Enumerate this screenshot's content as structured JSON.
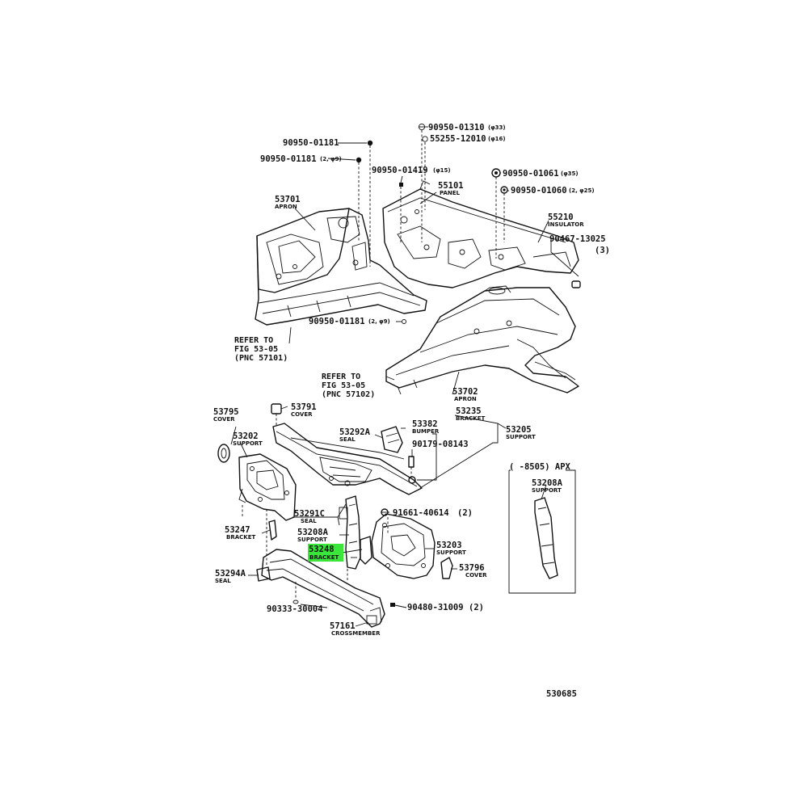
{
  "diagram": {
    "labels": {
      "p90950_01181_a": "90950-01181",
      "p90950_01181_b": "90950-01181",
      "p90950_01181_b_note": "(2, φ9)",
      "p90950_01310": "90950-01310",
      "p90950_01310_note": "(φ33)",
      "p55255_12010": "55255-12010",
      "p55255_12010_note": "(φ16)",
      "p90950_01419": "90950-01419",
      "p90950_01419_note": "(φ15)",
      "p90950_01061": "90950-01061",
      "p90950_01061_note": "(φ35)",
      "p90950_01060": "90950-01060",
      "p90950_01060_note": "(2, φ25)",
      "p53701": "53701",
      "p53701_sub": "APRON",
      "p55101": "55101",
      "p55101_sub": "PANEL",
      "p55210": "55210",
      "p55210_sub": "INSULATOR",
      "p90467_13025": "90467-13025",
      "p90467_13025_note": "(3)",
      "p90950_01181_c": "90950-01181",
      "p90950_01181_c_note": "(2, φ9)",
      "refer1_line1": "REFER TO",
      "refer1_line2": "FIG 53-05",
      "refer1_line3": "(PNC 57101)",
      "refer2_line1": "REFER TO",
      "refer2_line2": "FIG 53-05",
      "refer2_line3": "(PNC 57102)",
      "p53702": "53702",
      "p53702_sub": "APRON",
      "p53795": "53795",
      "p53795_sub": "COVER",
      "p53791": "53791",
      "p53791_sub": "COVER",
      "p53235": "53235",
      "p53235_sub": "BRACKET",
      "p53202": "53202",
      "p53202_sub": "SUPPORT",
      "p53292A": "53292A",
      "p53292A_sub": "SEAL",
      "p53382": "53382",
      "p53382_sub": "BUMPER",
      "p53205": "53205",
      "p53205_sub": "SUPPORT",
      "p90179_08143": "90179-08143",
      "apx_header": "(       -8505) APX",
      "p53208A_right": "53208A",
      "p53208A_right_sub": "SUPPORT",
      "p53291C": "53291C",
      "p53291C_sub": "SEAL",
      "p91661_40614": "91661-40614",
      "p91661_40614_note": "(2)",
      "p53247": "53247",
      "p53247_sub": "BRACKET",
      "p53208A": "53208A",
      "p53208A_sub": "SUPPORT",
      "p53203": "53203",
      "p53203_sub": "SUPPORT",
      "p53248": "53248",
      "p53248_sub": "BRACKET",
      "p53796": "53796",
      "p53796_sub": "COVER",
      "p53294A": "53294A",
      "p53294A_sub": "SEAL",
      "p90333_30004": "90333-30004",
      "p90480_31009": "90480-31009",
      "p90480_31009_note": "(2)",
      "p57161": "57161",
      "p57161_sub": "CROSSMEMBER",
      "figure_number": "530685"
    },
    "highlight_color": "#39e639",
    "line_color": "#111111"
  }
}
